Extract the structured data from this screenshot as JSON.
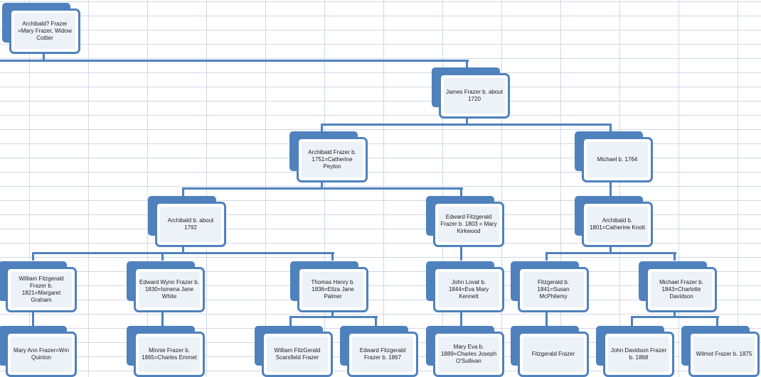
{
  "nodes": {
    "root": "Archibald? Frazer =Mary Frazer, Widow Cottier",
    "james": "James Frazer b. about 1720",
    "archibald1751": "Archibald Frazer b. 1751=Catherine Peyton",
    "michael1764": "Michael b. 1764",
    "archibald1792": "Archibald b. about 1792",
    "edwardfg1803": "Edward Fitzgerald Frazer b. 1803 = Mary Kirkwood",
    "archibald1801": "Archibald b. 1801=Catherine Knott",
    "william1821": "William Fitzgerald Frazer b. 1821=Margaret Graham",
    "edwardwynn": "Edward Wynn Frazer b. 1830=Ismena Jane White",
    "thomashenry": "Thomas Henry b. 1836=Eliza Jane Palmer",
    "johnlovat": "John Lovat b. 1844=Eva Mary Kennett",
    "fitzgerald1841": "Fitzgerald b. 1841=Susan McPhilemy",
    "michael1843": "Michael Frazer b. 1843=Charlotte Davidson",
    "maryann": "Mary Ann Frazer=Wm Quinton",
    "minnie": "Minnie Frazer b. 1865=Charles Emmet",
    "williamscarsfield": "William FitzGerald Scarsfield Frazer",
    "edwardfg1867": "Edward Fitzgerald Frazer b. 1867",
    "maryeva": "Mary Eva b. 1889=Charles Joseph O'Sullivan",
    "fitzgeraldfrazer": "Fitzgerald Frazer",
    "johndavidson": "John Davidson Frazer b. 1868",
    "wilmot": "Wilmot Frazer b. 1875"
  },
  "colors": {
    "accent": "#4f81bd",
    "fill": "#edf1f8",
    "grid": "#d0d7e5"
  }
}
